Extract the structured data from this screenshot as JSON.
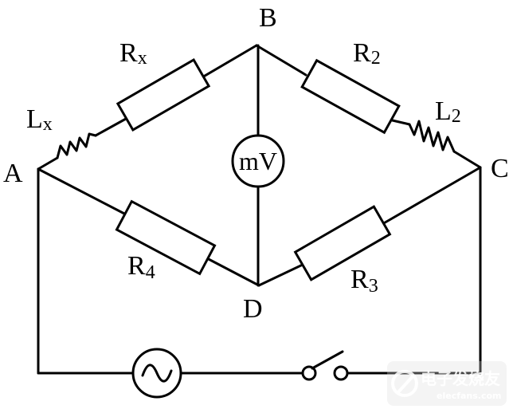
{
  "nodes": {
    "A": "A",
    "B": "B",
    "C": "C",
    "D": "D"
  },
  "resistors": {
    "rx": {
      "main": "R",
      "sub": "x"
    },
    "r2": {
      "main": "R",
      "sub": "2"
    },
    "r3": {
      "main": "R",
      "sub": "3"
    },
    "r4": {
      "main": "R",
      "sub": "4"
    }
  },
  "inductors": {
    "lx": {
      "main": "L",
      "sub": "x"
    },
    "l2": {
      "main": "L",
      "sub": "2"
    }
  },
  "meter": {
    "label": "mV"
  },
  "watermark": {
    "text": "电子发烧友",
    "domain": "elecfans.com"
  }
}
